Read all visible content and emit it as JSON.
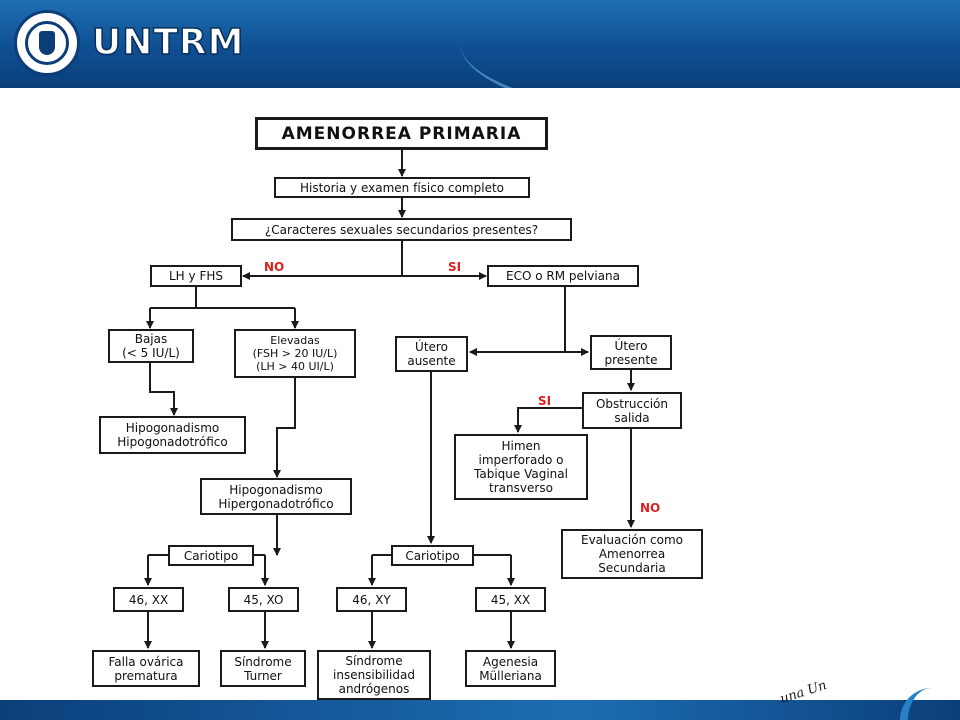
{
  "header": {
    "brand": "UNTRM"
  },
  "footer": {
    "slogan": "una Un"
  },
  "diagram": {
    "nodes": {
      "title": "AMENORREA PRIMARIA",
      "historia": "Historia y examen físico completo",
      "caracteres": "¿Caracteres sexuales secundarios presentes?",
      "lh_fhs": "LH y  FHS",
      "eco": "ECO o RM pelviana",
      "bajas": "Bajas\n(< 5 IU/L)",
      "elevadas": "Elevadas\n(FSH > 20 IU/L)\n(LH > 40 UI/L)",
      "utero_ausente": "Útero\nausente",
      "utero_presente": "Útero\npresente",
      "hipo_hipo": "Hipogonadismo\nHipogonadotrófico",
      "obstruccion": "Obstrucción\nsalida",
      "himen": "Himen\nimperforado o\nTabique Vaginal\ntransverso",
      "hipo_hiper": "Hipogonadismo\nHipergonadotrófico",
      "evaluacion": "Evaluación como\nAmenorrea\nSecundaria",
      "cariotipo_left": "Cariotipo",
      "cariotipo_right": "Cariotipo",
      "k46xx": "46, XX",
      "k45xo": "45, XO",
      "k46xy": "46, XY",
      "k45xx": "45, XX",
      "falla": "Falla ovárica\nprematura",
      "turner": "Síndrome\nTurner",
      "insensibilidad": "Síndrome\ninsensibilidad\nandrógenos",
      "agenesia": "Agenesia\nMülleriana"
    },
    "labels": {
      "no_left": "NO",
      "si_right": "SI",
      "si_obstruction": "SI",
      "no_obstruction": "NO"
    }
  },
  "colors": {
    "header_blue": "#0e4f92",
    "label_red": "#e02020",
    "line": "#1a1a1a"
  }
}
